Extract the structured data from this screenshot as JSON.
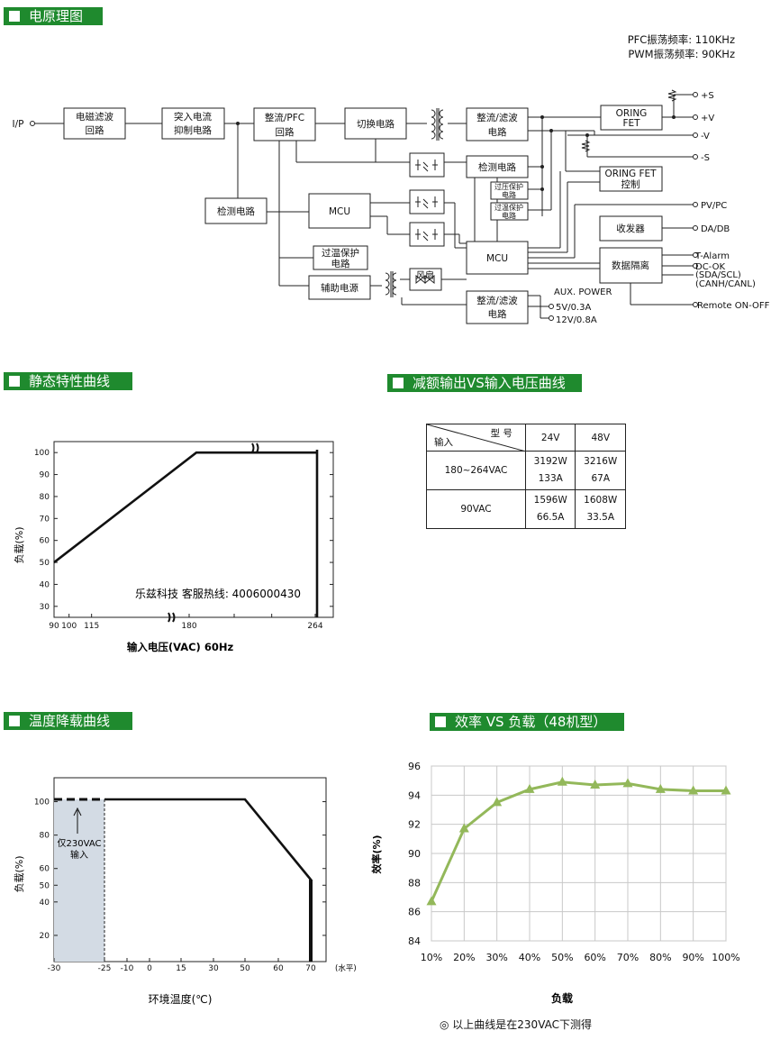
{
  "sections": {
    "block_diagram": "电原理图",
    "static": "静态特性曲线",
    "derating_table": "减额输出VS输入电压曲线",
    "temp": "温度降载曲线",
    "efficiency": "效率 VS 负载（48机型）"
  },
  "freq": {
    "pfc": "PFC振荡频率: 110KHz",
    "pwm": "PWM振荡频率: 90KHz"
  },
  "block": {
    "ip": "I/P",
    "emi": [
      "电磁滤波",
      "回路"
    ],
    "inrush": [
      "突入电流",
      "抑制电路"
    ],
    "pfc": [
      "整流/PFC",
      "回路"
    ],
    "switch": "切换电路",
    "rect1": [
      "整流/滤波",
      "电路"
    ],
    "oring": [
      "ORING",
      "FET"
    ],
    "detect_main": "检测电路",
    "ovp": [
      "过压保护",
      "电路"
    ],
    "otp2": [
      "过温保护",
      "电路"
    ],
    "oring_ctrl": [
      "ORING FET",
      "控制"
    ],
    "detect_in": "检测电路",
    "mcu1": "MCU",
    "mcu2": "MCU",
    "otp": [
      "过温保护",
      "电路"
    ],
    "aux": "辅助电源",
    "fan": "风扇",
    "rect2": [
      "整流/滤波",
      "电路"
    ],
    "transceiver": "收发器",
    "isolation": "数据隔离",
    "aux_power": "AUX. POWER",
    "out_s_plus": "+S",
    "out_v_plus": "+V",
    "out_v_minus": "-V",
    "out_s_minus": "-S",
    "pv_pc": "PV/PC",
    "da_db": "DA/DB",
    "t_alarm": "T-Alarm",
    "dc_ok": "DC-OK",
    "sda_scl": "(SDA/SCL)",
    "canh_canl": "(CANH/CANL)",
    "remote": "Remote ON-OFF",
    "aux5": "5V/0.3A",
    "aux12": "12V/0.8A"
  },
  "static_chart": {
    "ylabel": "负载(%)",
    "xlabel": "输入电压(VAC) 60Hz",
    "yticks": [
      "100",
      "90",
      "80",
      "70",
      "60",
      "50",
      "40",
      "30"
    ],
    "xticks": [
      "90",
      "100",
      "115",
      "180",
      "264"
    ],
    "watermark": "乐兹科技 客服热线: 4006000430"
  },
  "derating": {
    "diag_top": "型 号",
    "diag_bottom": "输入",
    "cols": [
      "24V",
      "48V"
    ],
    "rows": [
      {
        "input": "180~264VAC",
        "v24": [
          "3192W",
          "133A"
        ],
        "v48": [
          "3216W",
          "67A"
        ]
      },
      {
        "input": "90VAC",
        "v24": [
          "1596W",
          "66.5A"
        ],
        "v48": [
          "1608W",
          "33.5A"
        ]
      }
    ]
  },
  "temp_chart": {
    "ylabel": "负载(%)",
    "xlabel": "环境温度(℃)",
    "yticks": [
      "100",
      "80",
      "60",
      "50",
      "40",
      "20"
    ],
    "xticks": [
      "-30",
      "-25",
      "-10",
      "0",
      "15",
      "30",
      "50",
      "60",
      "70"
    ],
    "xunit": "(水平)",
    "annotation": [
      "仅230VAC",
      "输入"
    ]
  },
  "chart_data": {
    "type": "line",
    "title": "效率 VS 负载（48机型）",
    "xlabel": "负载",
    "ylabel": "效率(%)",
    "categories": [
      "10%",
      "20%",
      "30%",
      "40%",
      "50%",
      "60%",
      "70%",
      "80%",
      "90%",
      "100%"
    ],
    "values": [
      86.7,
      91.7,
      93.5,
      94.4,
      94.9,
      94.7,
      94.8,
      94.4,
      94.3,
      94.3
    ],
    "yticks": [
      "84",
      "86",
      "88",
      "90",
      "92",
      "94",
      "96"
    ],
    "ylim": [
      84,
      96
    ],
    "grid": true,
    "color": "#93b85a"
  },
  "footnote": "◎ 以上曲线是在230VAC下测得"
}
